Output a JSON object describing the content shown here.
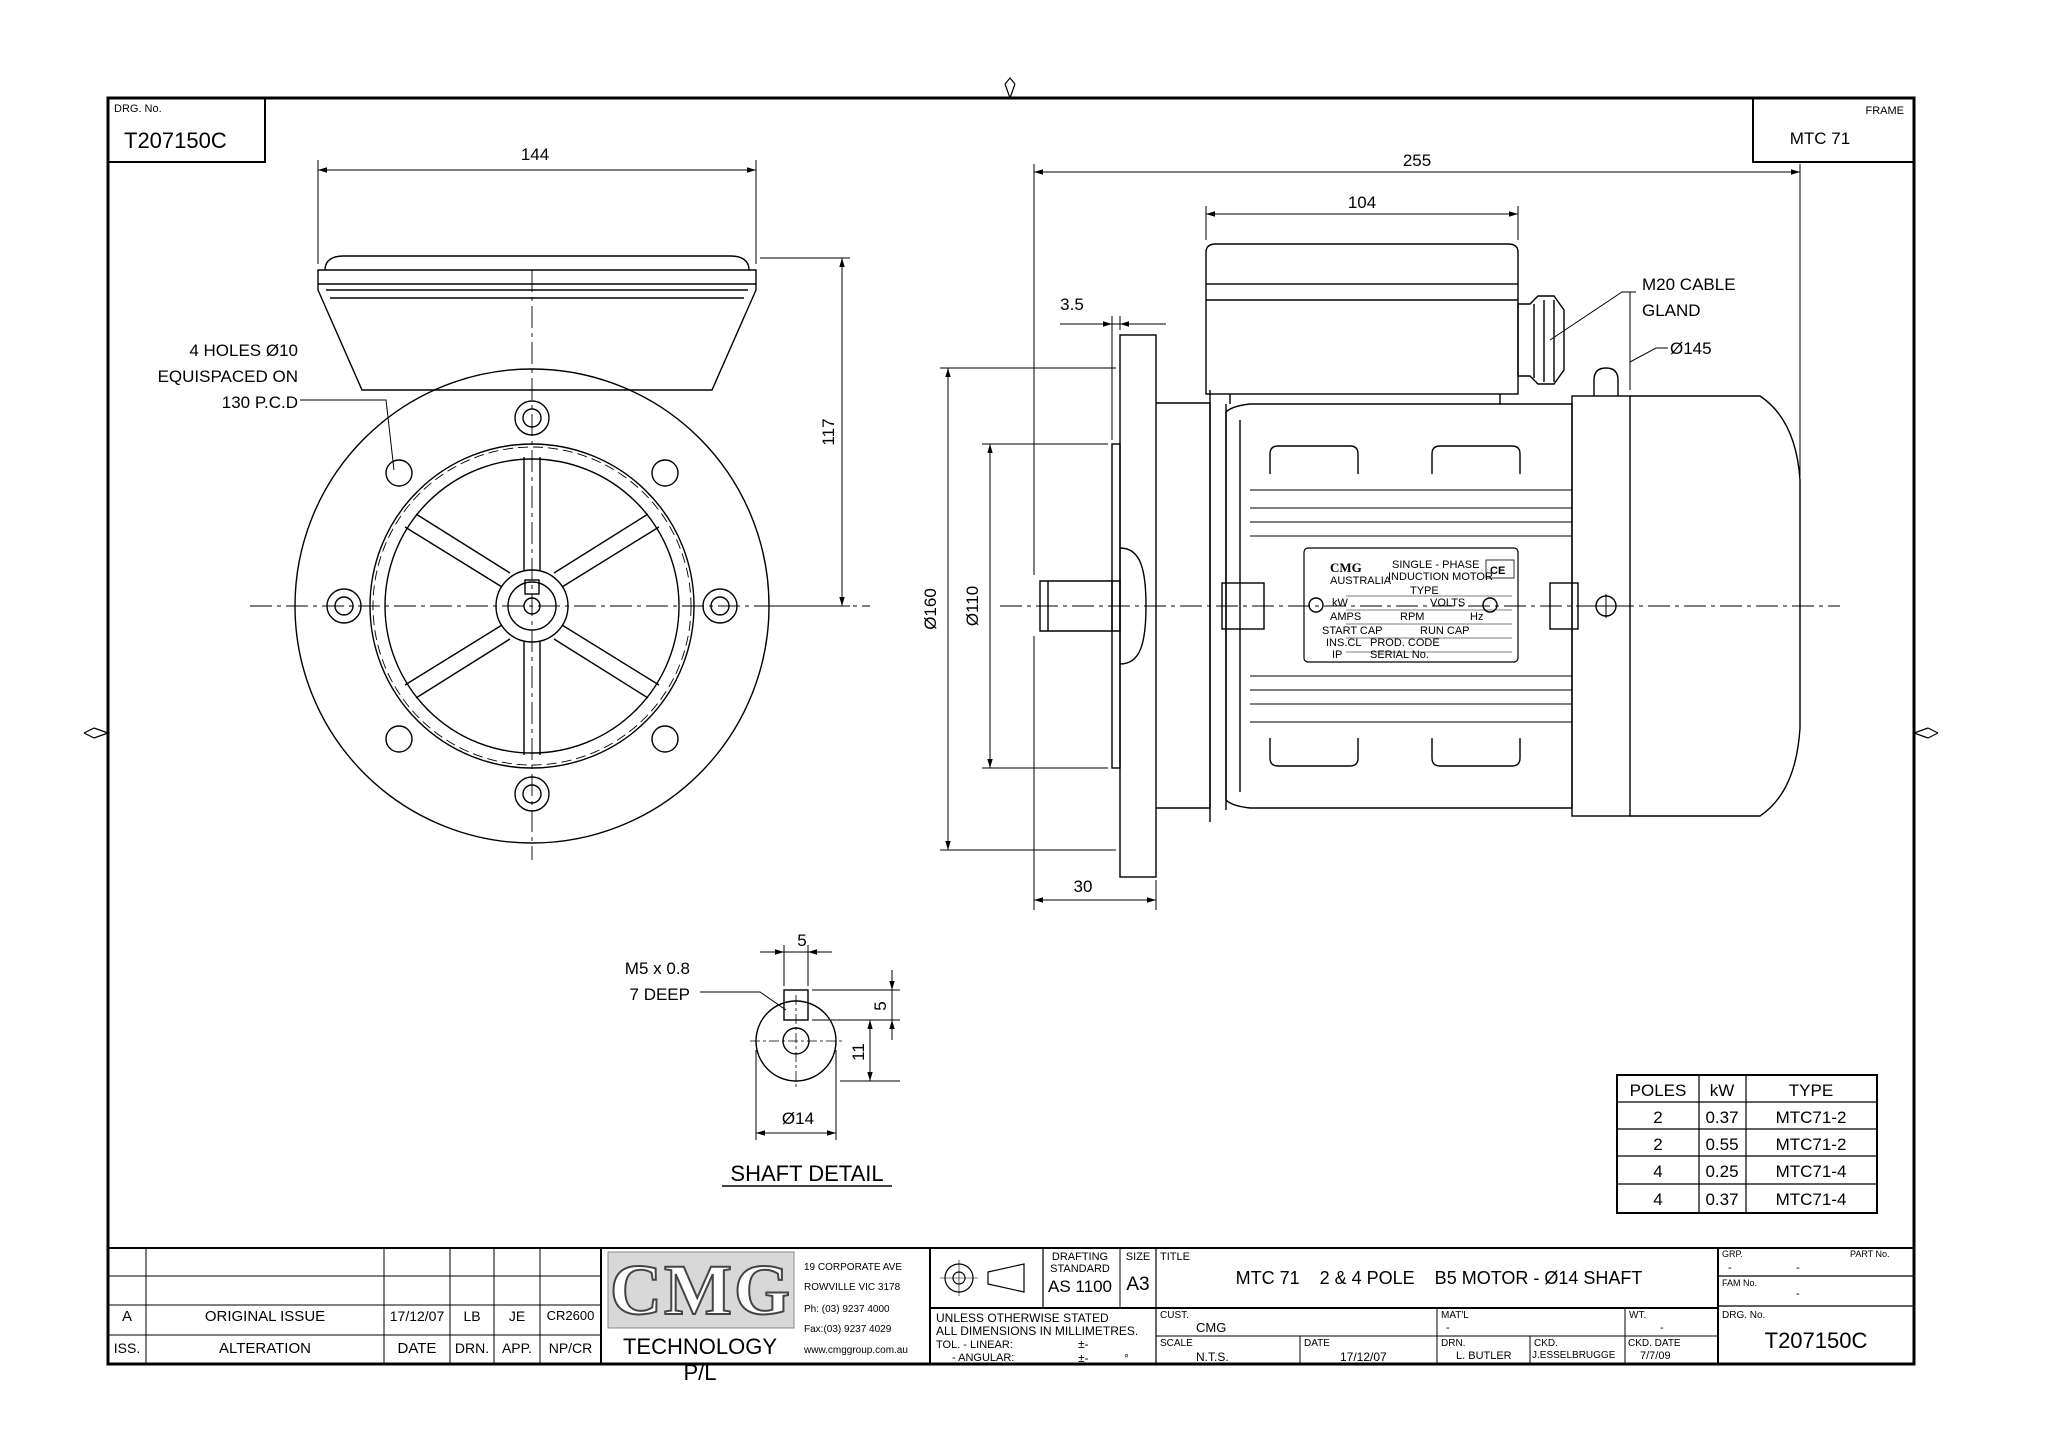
{
  "drawing": {
    "drg_label": "DRG. No.",
    "drg_number": "T207150C",
    "frame_label": "FRAME",
    "frame_value": "MTC 71"
  },
  "dimensions": {
    "d144": "144",
    "d117": "117",
    "holes_line1": "4 HOLES Ø10",
    "holes_line2": "EQUISPACED ON",
    "holes_line3": "130 P.C.D",
    "d255": "255",
    "d104": "104",
    "d3_5": "3.5",
    "gland_line1": "M20 CABLE",
    "gland_line2": "GLAND",
    "d145": "Ø145",
    "d160": "Ø160",
    "d110": "Ø110",
    "d30": "30"
  },
  "nameplate": {
    "brand": "CMG",
    "country": "AUSTRALIA",
    "line1": "SINGLE - PHASE",
    "line2": "INDUCTION MOTOR",
    "ce": "CE",
    "f_type": "TYPE",
    "f_kw": "kW",
    "f_volts": "VOLTS",
    "f_amps": "AMPS",
    "f_rpm": "RPM",
    "f_hz": "Hz",
    "f_startcap": "START CAP",
    "f_runcap": "RUN CAP",
    "f_insl": "INS.CL",
    "f_prodcode": "PROD. CODE",
    "f_ip": "IP",
    "f_serial": "SERIAL No."
  },
  "shaft": {
    "thread_line1": "M5 x 0.8",
    "thread_line2": "7 DEEP",
    "d5_top": "5",
    "d5_side": "5",
    "d11": "11",
    "d14": "Ø14",
    "title": "SHAFT DETAIL"
  },
  "type_table": {
    "headers": [
      "POLES",
      "kW",
      "TYPE"
    ],
    "rows": [
      [
        "2",
        "0.37",
        "MTC71-2"
      ],
      [
        "2",
        "0.55",
        "MTC71-2"
      ],
      [
        "4",
        "0.25",
        "MTC71-4"
      ],
      [
        "4",
        "0.37",
        "MTC71-4"
      ]
    ]
  },
  "revisions": {
    "row": {
      "iss": "A",
      "alteration": "ORIGINAL ISSUE",
      "date": "17/12/07",
      "drn": "LB",
      "app": "JE",
      "npcr": "CR2600"
    },
    "headers": {
      "iss": "ISS.",
      "alteration": "ALTERATION",
      "date": "DATE",
      "drn": "DRN.",
      "app": "APP.",
      "npcr": "NP/CR"
    }
  },
  "company": {
    "logo": "CMG",
    "name": "TECHNOLOGY P/L",
    "addr1": "19 CORPORATE AVE",
    "addr2": "ROWVILLE VIC 3178",
    "phone": "Ph: (03) 9237 4000",
    "fax": "Fax:(03) 9237 4029",
    "web": "www.cmggroup.com.au"
  },
  "titleblock": {
    "std_line1": "DRAFTING",
    "std_line2": "STANDARD",
    "std_value": "AS 1100",
    "size_label": "SIZE",
    "size_value": "A3",
    "title_label": "TITLE",
    "title_value": "MTC 71    2 & 4 POLE    B5 MOTOR - Ø14 SHAFT",
    "grp_label": "GRP.",
    "grp_value": "-",
    "partno_label": "PART No.",
    "partno_value": "-",
    "famno_label": "FAM No.",
    "famno_value": "-",
    "tol_line1": "UNLESS OTHERWISE STATED",
    "tol_line2": "ALL DIMENSIONS IN MILLIMETRES.",
    "tol_line3": "TOL.  - LINEAR:",
    "tol_line4": "- ANGULAR:",
    "tol_pm1": "±-",
    "tol_pm2": "±-",
    "tol_deg": "°",
    "cust_label": "CUST.",
    "cust_value": "CMG",
    "matl_label": "MAT'L",
    "matl_value": "-",
    "wt_label": "WT.",
    "wt_value": "-",
    "drg_label": "DRG. No.",
    "drg_value": "T207150C",
    "scale_label": "SCALE",
    "scale_value": "N.T.S.",
    "date_label": "DATE",
    "date_value": "17/12/07",
    "drn_label": "DRN.",
    "drn_value": "L. BUTLER",
    "ckd_label": "CKD.",
    "ckd_value": "J.ESSELBRUGGE",
    "ckddate_label": "CKD. DATE",
    "ckddate_value": "7/7/09"
  }
}
